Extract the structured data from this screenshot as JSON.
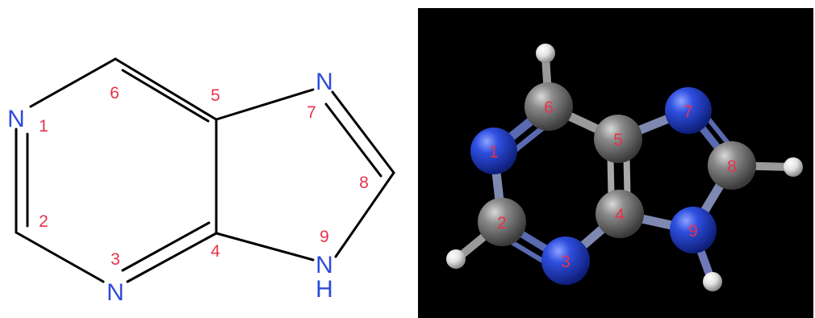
{
  "colors": {
    "bond": "#000000",
    "nitrogen_label": "#2f4bd8",
    "locant": "#e8334a",
    "panel_bg": "#000000",
    "carbon_ball": "#7a7a7a",
    "nitrogen_ball": "#2745d6",
    "hydrogen_ball": "#e6e6e6"
  },
  "structure_2d": {
    "atom_labels": {
      "n1": "N",
      "n3": "N",
      "n7": "N",
      "n9": "N",
      "h9": "H"
    },
    "locants": {
      "l1": "1",
      "l2": "2",
      "l3": "3",
      "l4": "4",
      "l5": "5",
      "l6": "6",
      "l7": "7",
      "l8": "8",
      "l9": "9"
    }
  },
  "model_3d": {
    "locants": {
      "l1": "1",
      "l2": "2",
      "l3": "3",
      "l4": "4",
      "l5": "5",
      "l6": "6",
      "l7": "7",
      "l8": "8",
      "l9": "9"
    }
  }
}
